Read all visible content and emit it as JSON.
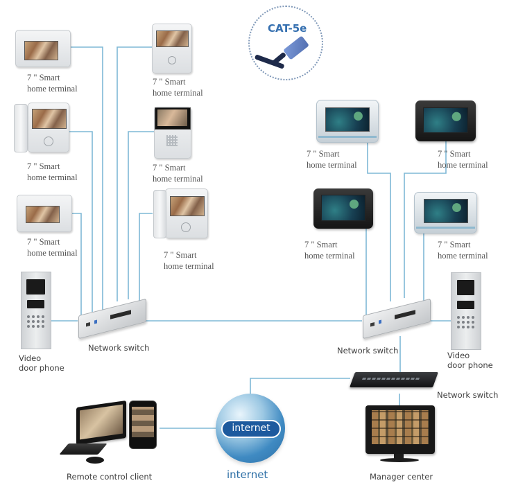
{
  "diagram": {
    "title": "IP video intercom network topology",
    "accent_colors": {
      "wire": "#7fb8d6",
      "cat5e_text": "#3670b0",
      "internet_badge": "#1d5a9e",
      "internet_text": "#2d6fa6",
      "label_text": "#555555"
    },
    "badge": {
      "label": "CAT-5e",
      "icon": "ethernet-cable-icon"
    },
    "left_group": {
      "terminals": [
        {
          "id": "lt1",
          "line1": "7 \" Smart",
          "line2": "home terminal",
          "style": "white-landscape"
        },
        {
          "id": "lt2",
          "line1": "7 \" Smart",
          "line2": "home terminal",
          "style": "white-handset"
        },
        {
          "id": "lt3",
          "line1": "7 \" Smart",
          "line2": "home terminal",
          "style": "white-landscape"
        },
        {
          "id": "lt4",
          "line1": "7 \" Smart",
          "line2": "home terminal",
          "style": "white-portrait"
        },
        {
          "id": "lt5",
          "line1": "7 \" Smart",
          "line2": "home terminal",
          "style": "white-keypad"
        },
        {
          "id": "lt6",
          "line1": "7 \" Smart",
          "line2": "home terminal",
          "style": "white-handset"
        }
      ],
      "door_phone": {
        "line1": "Video",
        "line2": "door phone"
      },
      "switch": {
        "label": "Network switch"
      }
    },
    "right_group": {
      "terminals": [
        {
          "id": "rt1",
          "line1": "7 \" Smart",
          "line2": "home terminal",
          "style": "silver"
        },
        {
          "id": "rt2",
          "line1": "7 \" Smart",
          "line2": "home terminal",
          "style": "dark"
        },
        {
          "id": "rt3",
          "line1": "7 \" Smart",
          "line2": "home terminal",
          "style": "dark"
        },
        {
          "id": "rt4",
          "line1": "7 \" Smart",
          "line2": "home terminal",
          "style": "silver"
        }
      ],
      "door_phone": {
        "line1": "Video",
        "line2": "door phone"
      },
      "switch": {
        "label": "Network switch"
      }
    },
    "core": {
      "rack_switch": {
        "label": "Network switch"
      },
      "manager": {
        "label": "Manager center"
      },
      "internet": {
        "badge": "internet",
        "label": "internet"
      },
      "remote": {
        "label": "Remote control client"
      }
    },
    "connections": [
      [
        "lt1",
        "left-switch"
      ],
      [
        "lt2",
        "left-switch"
      ],
      [
        "lt3",
        "left-switch"
      ],
      [
        "lt4",
        "left-switch"
      ],
      [
        "lt5",
        "left-switch"
      ],
      [
        "lt6",
        "left-switch"
      ],
      [
        "left-door-phone",
        "left-switch"
      ],
      [
        "left-switch",
        "right-switch"
      ],
      [
        "rt1",
        "right-switch"
      ],
      [
        "rt2",
        "right-switch"
      ],
      [
        "rt3",
        "right-switch"
      ],
      [
        "rt4",
        "right-switch"
      ],
      [
        "right-door-phone",
        "right-switch"
      ],
      [
        "right-switch",
        "rack-switch"
      ],
      [
        "rack-switch",
        "manager-center"
      ],
      [
        "rack-switch",
        "internet"
      ],
      [
        "internet",
        "remote-client"
      ]
    ]
  }
}
